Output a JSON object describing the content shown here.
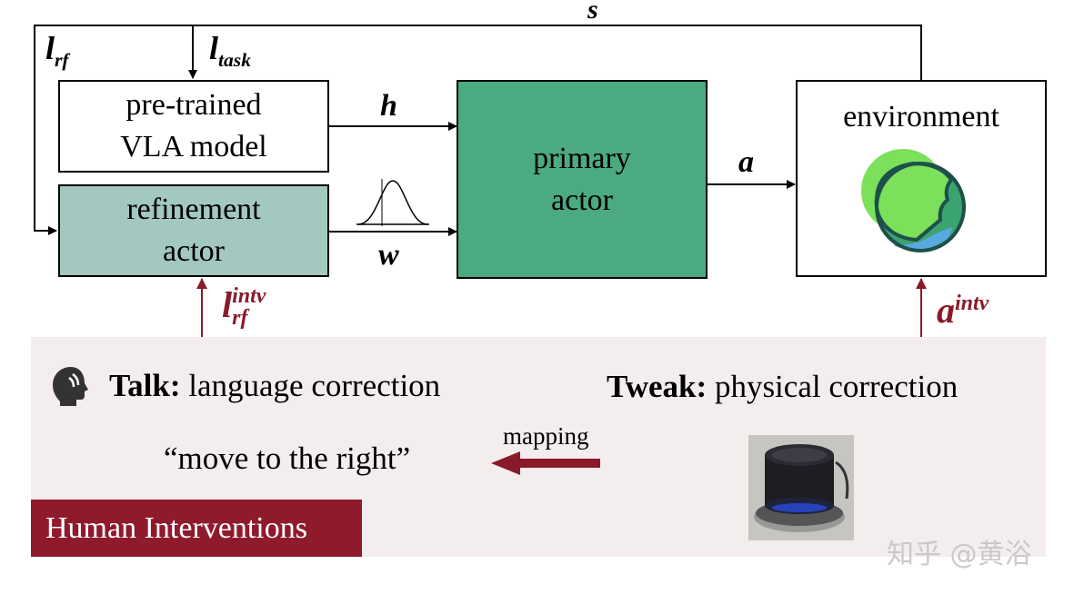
{
  "boxes": {
    "vla": {
      "line1": "pre-trained",
      "line2": "VLA model"
    },
    "refinement": {
      "line1": "refinement",
      "line2": "actor"
    },
    "primary": {
      "line1": "primary",
      "line2": "actor"
    },
    "environment": {
      "label": "environment"
    }
  },
  "labels": {
    "s": "s",
    "l_rf_base": "l",
    "l_rf_sub": "rf",
    "l_task_base": "l",
    "l_task_sub": "task",
    "h": "h",
    "w": "w",
    "a": "a",
    "l_rf_intv_base": "l",
    "l_rf_intv_sub": "rf",
    "l_rf_intv_sup": "intv",
    "a_intv_base": "a",
    "a_intv_sup": "intv"
  },
  "interventions": {
    "talk_bold": "Talk:",
    "talk_text": " language correction",
    "tweak_bold": "Tweak:",
    "tweak_text": " physical correction",
    "quote": "“move to the right”",
    "mapping": "mapping",
    "banner": "Human Interventions"
  },
  "watermark": "知乎 @黄浴",
  "colors": {
    "primary_fill": "#4caa80",
    "refinement_fill": "#a3c8bf",
    "intervention_red": "#8a1a2a",
    "panel_bg": "#f4eded",
    "banner_bg": "#8f1a2c"
  },
  "icons": {
    "talk": "speaking-head-icon",
    "environment": "globe-icon",
    "gaussian": "gaussian-curve-icon",
    "device": "spacemouse-photo"
  }
}
